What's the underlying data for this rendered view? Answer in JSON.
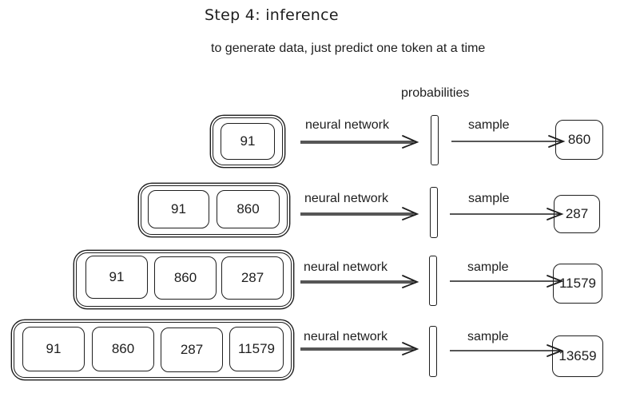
{
  "title": "Step 4: inference",
  "subtitle": "to generate data, just predict one token at a time",
  "probabilities_label": "probabilities",
  "rows": [
    {
      "context": [
        "91"
      ],
      "network_label": "neural network",
      "sample_label": "sample",
      "output": "860"
    },
    {
      "context": [
        "91",
        "860"
      ],
      "network_label": "neural network",
      "sample_label": "sample",
      "output": "287"
    },
    {
      "context": [
        "91",
        "860",
        "287"
      ],
      "network_label": "neural network",
      "sample_label": "sample",
      "output": "11579"
    },
    {
      "context": [
        "91",
        "860",
        "287",
        "11579"
      ],
      "network_label": "neural network",
      "sample_label": "sample",
      "output": "13659"
    }
  ]
}
